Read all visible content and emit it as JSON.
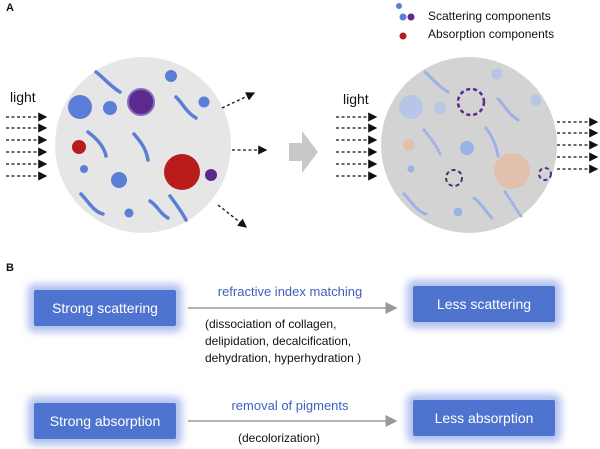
{
  "panel_a": {
    "label": "A",
    "legend": {
      "scattering": "Scattering components",
      "absorption": "Absorption components"
    },
    "left_light_label": "light",
    "right_light_label": "light"
  },
  "panel_b": {
    "label": "B",
    "rows": [
      {
        "from": "Strong scattering",
        "method": "refractive index matching",
        "note_lines": [
          "(dissociation of collagen,",
          "delipidation, decalcification,",
          "dehydration, hyperhydration )"
        ],
        "to": "Less scattering"
      },
      {
        "from": "Strong absorption",
        "method": "removal of pigments",
        "note_lines": [
          "(decolorization)"
        ],
        "to": "Less absorption"
      }
    ]
  },
  "colors": {
    "scatter_blue": "#5b7ed6",
    "absorb_red": "#b81c1c",
    "purple": "#5a2a8c",
    "box_blue": "#4f74cf",
    "label_blue": "#3f5fbf"
  }
}
